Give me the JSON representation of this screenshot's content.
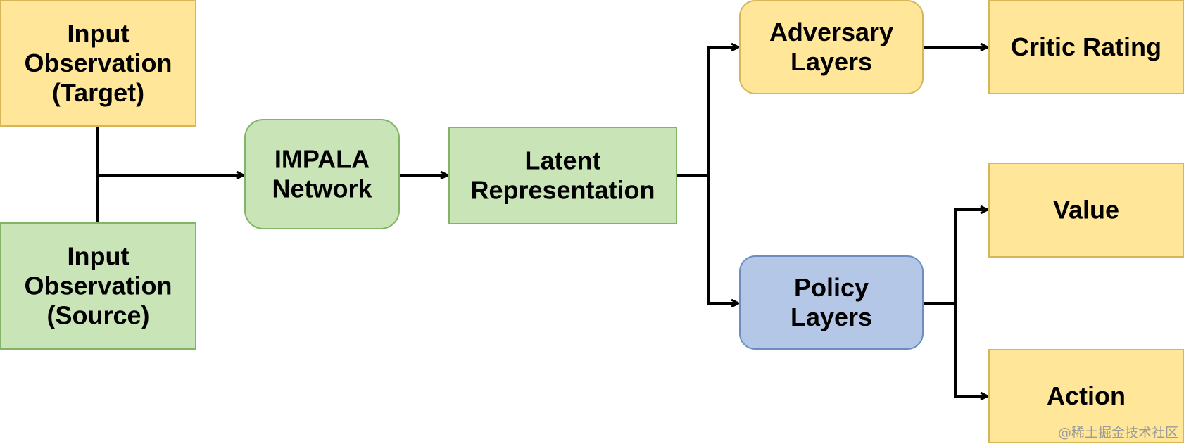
{
  "colors": {
    "yellow_fill": "#FFE699",
    "yellow_stroke": "#D6B656",
    "green_fill": "#C9E4B7",
    "green_stroke": "#82B366",
    "blue_fill": "#B4C7E7",
    "blue_stroke": "#6C8EBF",
    "edge": "#000000"
  },
  "nodes": {
    "input_target": {
      "lines": [
        "Input",
        "Observation",
        "(Target)"
      ]
    },
    "input_source": {
      "lines": [
        "Input",
        "Observation",
        "(Source)"
      ]
    },
    "impala": {
      "lines": [
        "IMPALA",
        "Network"
      ]
    },
    "latent": {
      "lines": [
        "Latent",
        "Representation"
      ]
    },
    "adversary": {
      "lines": [
        "Adversary",
        "Layers"
      ]
    },
    "critic": {
      "lines": [
        "Critic Rating"
      ]
    },
    "policy": {
      "lines": [
        "Policy",
        "Layers"
      ]
    },
    "value": {
      "lines": [
        "Value"
      ]
    },
    "action": {
      "lines": [
        "Action"
      ]
    }
  },
  "edges": [
    {
      "from": "input_target",
      "to": "impala"
    },
    {
      "from": "input_source",
      "to": "impala"
    },
    {
      "from": "impala",
      "to": "latent"
    },
    {
      "from": "latent",
      "to": "adversary"
    },
    {
      "from": "latent",
      "to": "policy"
    },
    {
      "from": "adversary",
      "to": "critic"
    },
    {
      "from": "policy",
      "to": "value"
    },
    {
      "from": "policy",
      "to": "action"
    }
  ],
  "watermark": "@稀土掘金技术社区"
}
